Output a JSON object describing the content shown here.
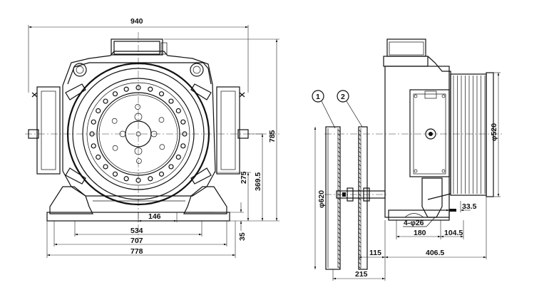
{
  "dimensions": {
    "overall_width": "940",
    "overall_height": "785",
    "shaft_height_1": "275",
    "shaft_height_2": "369.5",
    "center_gap": "146",
    "base_width": "534",
    "mount_spacing": "707",
    "base_length": "778",
    "base_thickness": "35",
    "sheave_dia_1": "φ620",
    "sheave_dia_2": "φ520",
    "offset_33": "33.5",
    "holes": "4-φ26",
    "hole_spacing_180": "180",
    "offset_104": "104.5",
    "dist_115": "115",
    "dist_406": "406.5",
    "dist_215": "215"
  },
  "callouts": {
    "item1": "1",
    "item2": "2"
  }
}
